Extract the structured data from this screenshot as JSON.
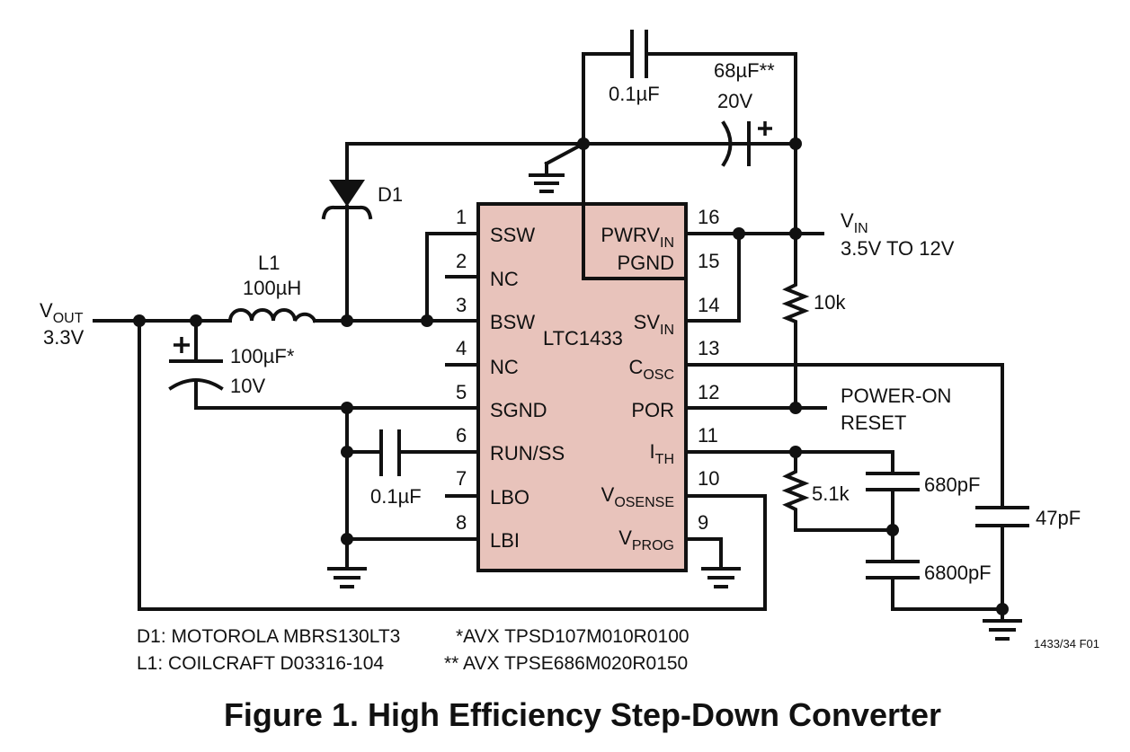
{
  "caption": "Figure 1. High Efficiency Step-Down Converter",
  "figure_id": "1433/34 F01",
  "colors": {
    "chip_fill": "#e8c3bb",
    "ink": "#111111"
  },
  "ic": {
    "name": "LTC1433",
    "left_pins": [
      {
        "num": "1",
        "label": "SSW",
        "sub": ""
      },
      {
        "num": "2",
        "label": "NC",
        "sub": ""
      },
      {
        "num": "3",
        "label": "BSW",
        "sub": ""
      },
      {
        "num": "4",
        "label": "NC",
        "sub": ""
      },
      {
        "num": "5",
        "label": "SGND",
        "sub": ""
      },
      {
        "num": "6",
        "label": "RUN/SS",
        "sub": ""
      },
      {
        "num": "7",
        "label": "LBO",
        "sub": ""
      },
      {
        "num": "8",
        "label": "LBI",
        "sub": ""
      }
    ],
    "right_pins": [
      {
        "num": "16",
        "label": "PWRV",
        "sub": "IN"
      },
      {
        "num": "15",
        "label": "PGND",
        "sub": ""
      },
      {
        "num": "14",
        "label": "SV",
        "sub": "IN"
      },
      {
        "num": "13",
        "label": "C",
        "sub": "OSC"
      },
      {
        "num": "12",
        "label": "POR",
        "sub": ""
      },
      {
        "num": "11",
        "label": "I",
        "sub": "TH"
      },
      {
        "num": "10",
        "label": "V",
        "sub": "OSENSE"
      },
      {
        "num": "9",
        "label": "V",
        "sub": "PROG"
      }
    ]
  },
  "components": {
    "c_top": "0.1µF",
    "c_in_value": "68µF**",
    "c_in_voltage": "20V",
    "d1": "D1",
    "l1_name": "L1",
    "l1_value": "100µH",
    "c_out_value": "100µF*",
    "c_out_voltage": "10V",
    "c_runss": "0.1µF",
    "r_pullup": "10k",
    "r_comp": "5.1k",
    "c_comp1": "680pF",
    "c_comp2": "6800pF",
    "c_osc": "47pF"
  },
  "nets": {
    "vout_main": "V",
    "vout_sub": "OUT",
    "vout_value": "3.3V",
    "vin_main": "V",
    "vin_sub": "IN",
    "vin_range": "3.5V TO 12V",
    "por_line1": "POWER-ON",
    "por_line2": "RESET"
  },
  "notes": {
    "d1": "D1: MOTOROLA MBRS130LT3",
    "l1": "L1: COILCRAFT D03316-104",
    "star1": "*AVX TPSD107M010R0100",
    "star2": "** AVX TPSE686M020R0150"
  }
}
